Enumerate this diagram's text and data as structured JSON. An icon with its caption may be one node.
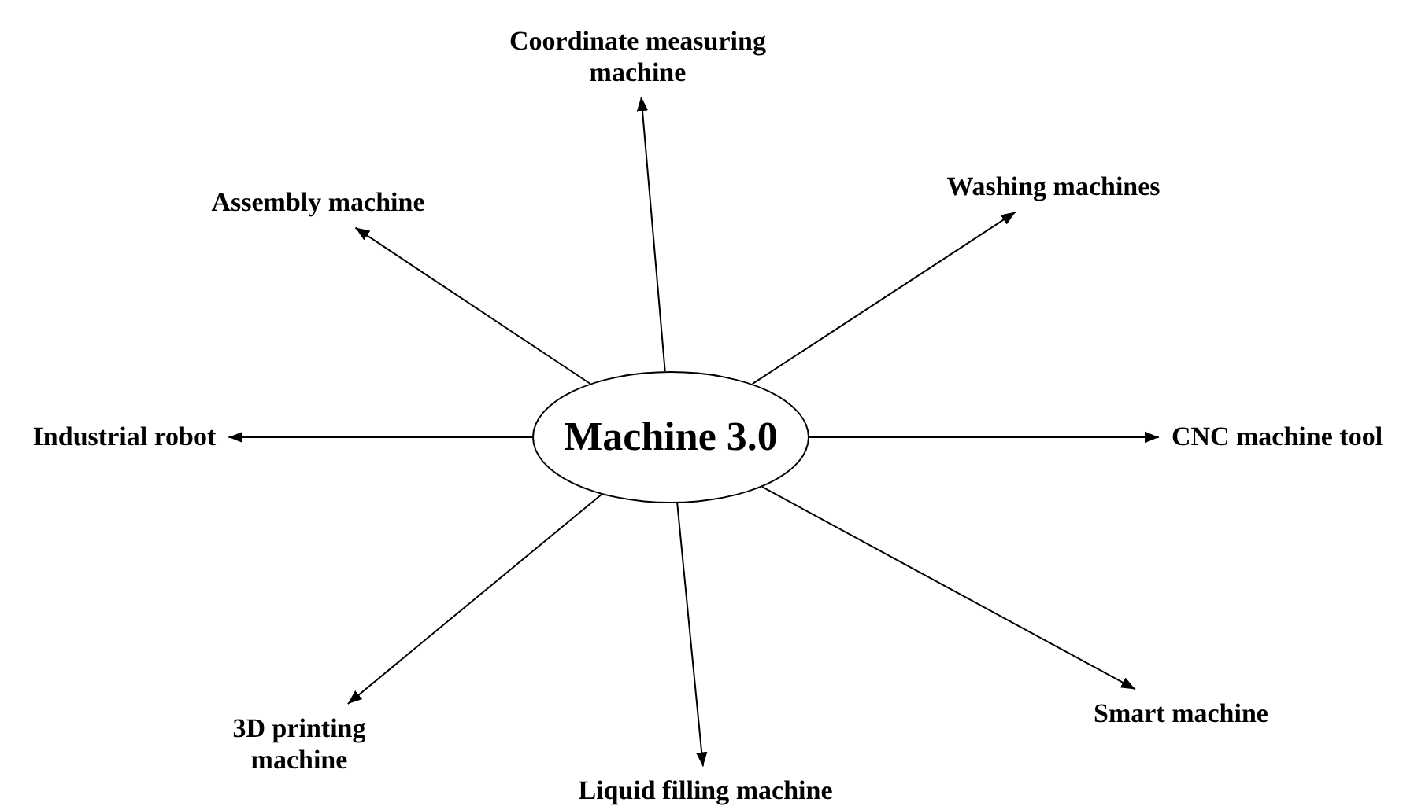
{
  "diagram": {
    "nodes": [
      {
        "text": [
          "Machine 3.0"
        ]
      },
      {
        "text": [
          "Coordinate measuring machine"
        ]
      },
      {
        "text": [
          "Assembly machine"
        ]
      },
      {
        "text": [
          "Washing machines"
        ]
      },
      {
        "text": [
          "Industrial robot"
        ]
      },
      {
        "text": [
          "CNC machine tool"
        ]
      },
      {
        "text": [
          "3D printing machine"
        ]
      },
      {
        "text": [
          "Smart machine"
        ]
      },
      {
        "text": [
          "Liquid filling machine"
        ]
      }
    ],
    "edges": [
      {
        "from": 0,
        "to": 1,
        "arrow": "to"
      },
      {
        "from": 0,
        "to": 2,
        "arrow": "to"
      },
      {
        "from": 0,
        "to": 3,
        "arrow": "to"
      },
      {
        "from": 0,
        "to": 4,
        "arrow": "to"
      },
      {
        "from": 0,
        "to": 5,
        "arrow": "to"
      },
      {
        "from": 0,
        "to": 6,
        "arrow": "to"
      },
      {
        "from": 0,
        "to": 7,
        "arrow": "to"
      },
      {
        "from": 0,
        "to": 8,
        "arrow": "to"
      }
    ]
  }
}
